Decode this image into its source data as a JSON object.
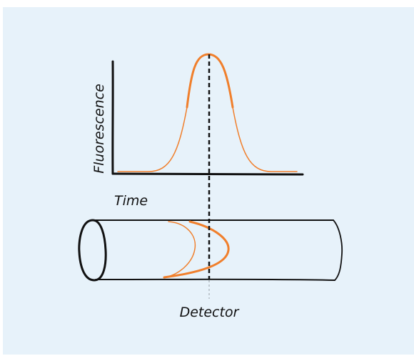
{
  "diagram": {
    "y_axis_label": "Fluorescence",
    "x_axis_label": "Time",
    "detector_label": "Detector"
  },
  "colors": {
    "background": "#e7f2fa",
    "ink": "#111111",
    "accent": "#f07f2c"
  }
}
